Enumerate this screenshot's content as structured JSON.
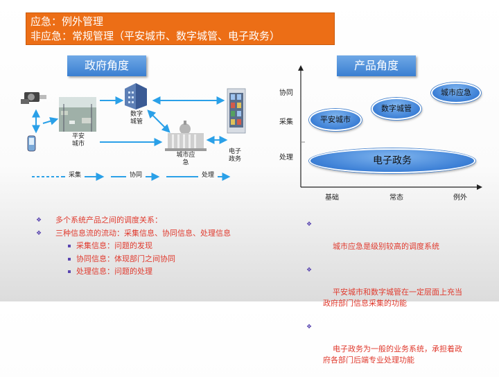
{
  "banner": {
    "line1": "应急：例外管理",
    "line2": "非应急：常规管理（平安城市、数字城管、电子政务）"
  },
  "gov_section": {
    "title": "政府角度",
    "nodes": {
      "safe_city": "平安\n城市",
      "digital_city": "数字\n城管",
      "emergency": "城市应\n急",
      "egov": "电子\n政务"
    },
    "flow_labels": [
      "采集",
      "协同",
      "处理"
    ]
  },
  "product_section": {
    "title": "产品角度",
    "y_labels": [
      "协同",
      "采集",
      "处理"
    ],
    "x_labels": [
      "基础",
      "常态",
      "例外"
    ],
    "ellipses": {
      "safe_city": "平安城市",
      "digital_city": "数字城管",
      "city_emergency": "城市应急",
      "egov": "电子政务"
    }
  },
  "left_bullets": {
    "items": [
      "多个系统产品之间的调度关系：",
      "三种信息流的流动：采集信息、协同信息、处理信息"
    ],
    "sub_items": [
      "采集信息：问题的发现",
      "协同信息：体现部门之间协同",
      "处理信息：问题的处理"
    ]
  },
  "right_bullets": {
    "items": [
      "城市应急是级别较高的调度系统",
      "平安城市和数字城管在一定层面上充当\n政府部门信息采集的功能",
      "电子政务为一般的业务系统，承担着政\n府各部门后端专业处理功能"
    ]
  },
  "colors": {
    "banner_orange": "#ec6e16",
    "title_blue": "#3a7fd1",
    "arrow_blue": "#2aa0e8",
    "bullet_red": "#e03a2e",
    "bullet_purple": "#5a46b0"
  }
}
